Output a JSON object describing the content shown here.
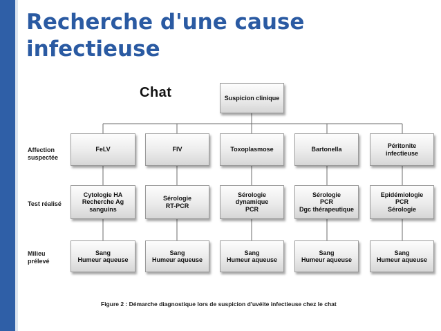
{
  "slide": {
    "title_line1": "Recherche d'une cause",
    "title_line2": "infectieuse",
    "animal_label": "Chat",
    "accent_color": "#2f5fa7"
  },
  "diagram": {
    "root": "Suspicion clinique",
    "row_labels": {
      "affection": "Affection\nsuspectée",
      "test": "Test réalisé",
      "milieu": "Milieu\nprélevé"
    },
    "affections": [
      "FeLV",
      "FIV",
      "Toxoplasmose",
      "Bartonella",
      "Péritonite\ninfectieuse"
    ],
    "tests": [
      "Cytologie HA\nRecherche Ag\nsanguins",
      "Sérologie\nRT-PCR",
      "Sérologie\ndynamique\nPCR",
      "Sérologie\nPCR\nDgc thérapeutique",
      "Epidémiologie\nPCR\nSérologie"
    ],
    "milieux": [
      "Sang\nHumeur aqueuse",
      "Sang\nHumeur aqueuse",
      "Sang\nHumeur aqueuse",
      "Sang\nHumeur aqueuse",
      "Sang\nHumeur aqueuse"
    ],
    "caption": "Figure 2 : Démarche diagnostique lors de suspicion d'uvéite infectieuse chez le chat"
  }
}
